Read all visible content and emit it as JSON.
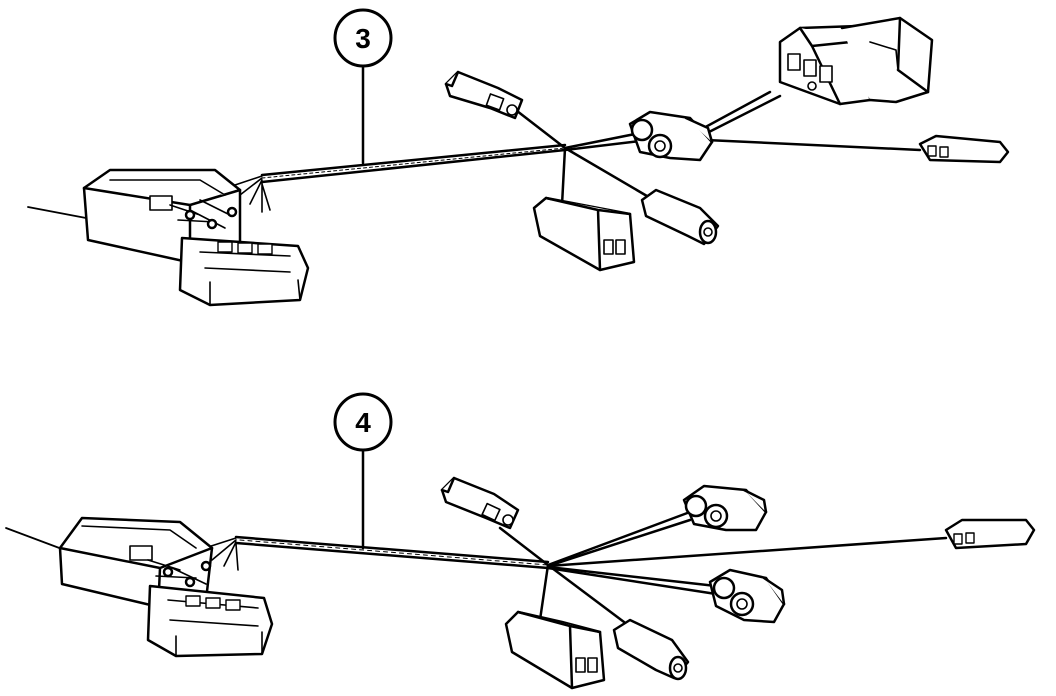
{
  "diagram": {
    "callouts": [
      {
        "id": "harness-3",
        "label": "3"
      },
      {
        "id": "harness-4",
        "label": "4"
      }
    ],
    "colors": {
      "ink": "#000000",
      "paper": "#ffffff"
    }
  }
}
